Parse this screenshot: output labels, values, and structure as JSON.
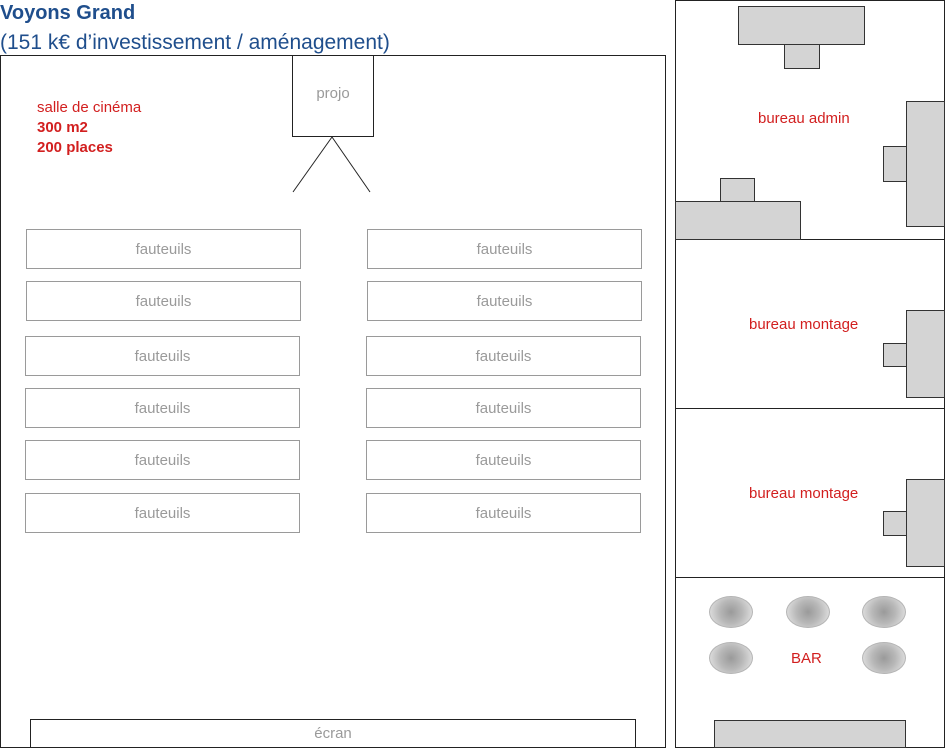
{
  "header": {
    "title": "Voyons Grand",
    "subtitle": "(151 k€ d’investissement / aménagement)"
  },
  "cinema": {
    "name": "salle de cinéma",
    "area": "300 m2",
    "seats": "200 places",
    "projector_label": "projo",
    "screen_label": "écran",
    "seat_rows_left": [
      "fauteuils",
      "fauteuils",
      "fauteuils",
      "fauteuils",
      "fauteuils",
      "fauteuils"
    ],
    "seat_rows_right": [
      "fauteuils",
      "fauteuils",
      "fauteuils",
      "fauteuils",
      "fauteuils",
      "fauteuils"
    ]
  },
  "rooms": {
    "admin": "bureau admin",
    "montage1": "bureau montage",
    "montage2": "bureau montage",
    "bar": "BAR"
  },
  "colors": {
    "title": "#1f4e8c",
    "label_red": "#d21f1f",
    "furniture": "#d4d4d4",
    "seat_text": "#9a9a9a"
  }
}
